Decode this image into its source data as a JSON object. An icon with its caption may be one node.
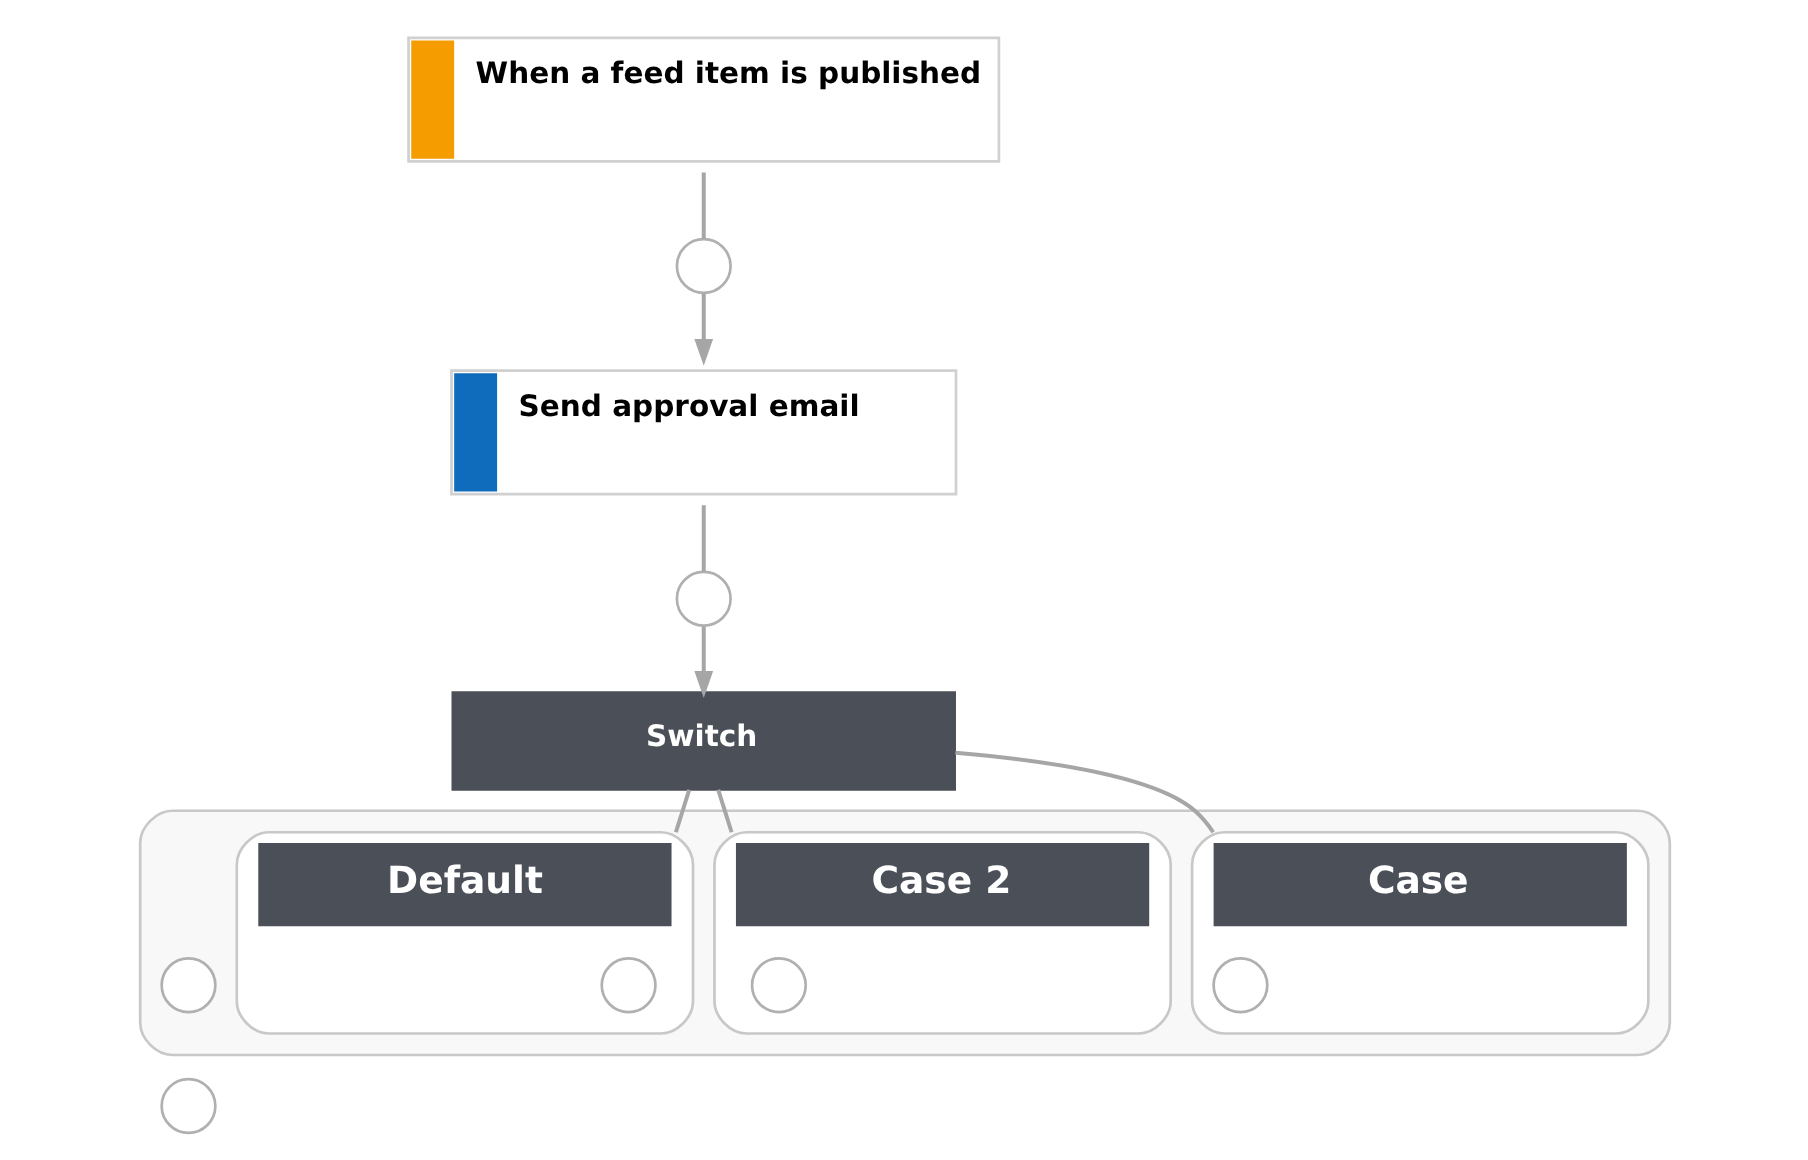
{
  "diagram": {
    "nodes": [
      {
        "text": [
          "When a feed item is published"
        ]
      },
      {
        "text": [],
        "shape": "circle"
      },
      {
        "text": [
          "Send approval email"
        ]
      },
      {
        "text": [],
        "shape": "circle"
      },
      {
        "text": [
          "Switch"
        ]
      },
      {
        "text": [],
        "shape": "box"
      },
      {
        "text": [
          "Case"
        ],
        "in": 5
      },
      {
        "text": [],
        "shape": "circle",
        "in": 6
      },
      {
        "text": [
          "Case 2"
        ],
        "in": 5
      },
      {
        "text": [],
        "shape": "circle",
        "in": 8
      },
      {
        "text": [],
        "shape": "circle",
        "in": 5
      },
      {
        "text": [
          "Default"
        ],
        "in": 5
      },
      {
        "text": [],
        "shape": "circle",
        "in": 11
      },
      {
        "text": [],
        "shape": "circle"
      }
    ],
    "edges": [
      {
        "from": 0,
        "to": 1,
        "arrow": "none"
      },
      {
        "from": 1,
        "to": 2,
        "arrow": "to"
      },
      {
        "from": 2,
        "to": 3,
        "arrow": "none"
      },
      {
        "from": 3,
        "to": 4,
        "arrow": "to"
      },
      {
        "from": 4,
        "to": 6,
        "arrow": "none"
      },
      {
        "from": 4,
        "to": 8,
        "arrow": "none"
      },
      {
        "from": 4,
        "to": 11,
        "arrow": "none"
      }
    ]
  }
}
